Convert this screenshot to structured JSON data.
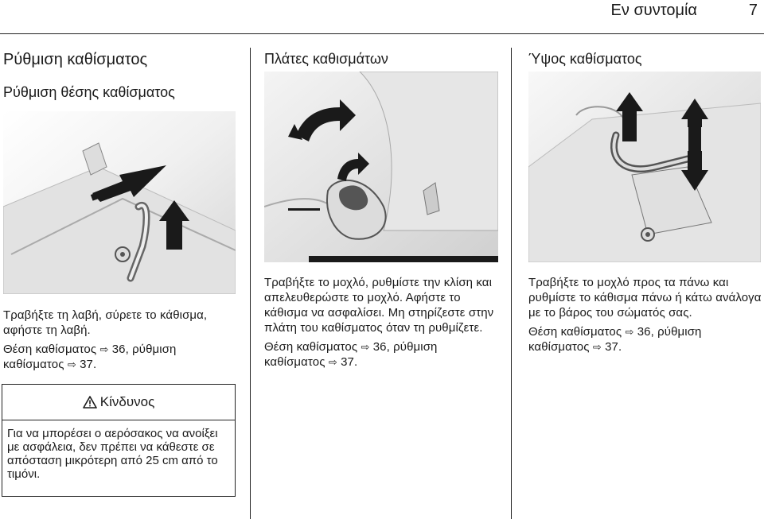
{
  "header": {
    "section_title": "Εν συντομία",
    "page_number": "7"
  },
  "col1": {
    "title": "Ρύθμιση καθίσματος",
    "subtitle": "Ρύθμιση θέσης καθίσματος",
    "body_line1": "Τραβήξτε τη λαβή, σύρετε το κάθισμα, αφήστε τη λαβή.",
    "xref_prefix": "Θέση καθίσματος",
    "xref_mid": "36, ρύθμιση καθίσματος",
    "xref_end": "37.",
    "warning_title": "Κίνδυνος",
    "warning_text": "Για να μπορέσει ο αερόσακος να ανοίξει με ασφάλεια, δεν πρέπει να κάθεστε σε απόσταση μικρότερη από 25 cm από το τιμόνι."
  },
  "col2": {
    "title": "Πλάτες καθισμάτων",
    "body": "Τραβήξτε το μοχλό, ρυθμίστε την κλίση και απελευθερώστε το μοχλό. Αφήστε το κάθισμα να ασφαλίσει. Μη στηρίζεστε στην πλάτη του καθίσματος όταν τη ρυθμίζετε.",
    "xref_prefix": "Θέση καθίσματος",
    "xref_mid": "36, ρύθμιση καθίσματος",
    "xref_end": "37."
  },
  "col3": {
    "title": "Ύψος καθίσματος",
    "body": "Τραβήξτε το μοχλό προς τα πάνω και ρυθμίστε το κάθισμα πάνω ή κάτω ανάλογα με το βάρος του σώματός σας.",
    "xref_prefix": "Θέση καθίσματος",
    "xref_mid": "36, ρύθμιση καθίσματος",
    "xref_end": "37."
  },
  "icons": {
    "xref": "arrow-ref-icon",
    "warning": "warning-triangle-icon"
  },
  "colors": {
    "text": "#1a1a1a",
    "rule": "#222222",
    "illustration_bg": "#ececec"
  }
}
